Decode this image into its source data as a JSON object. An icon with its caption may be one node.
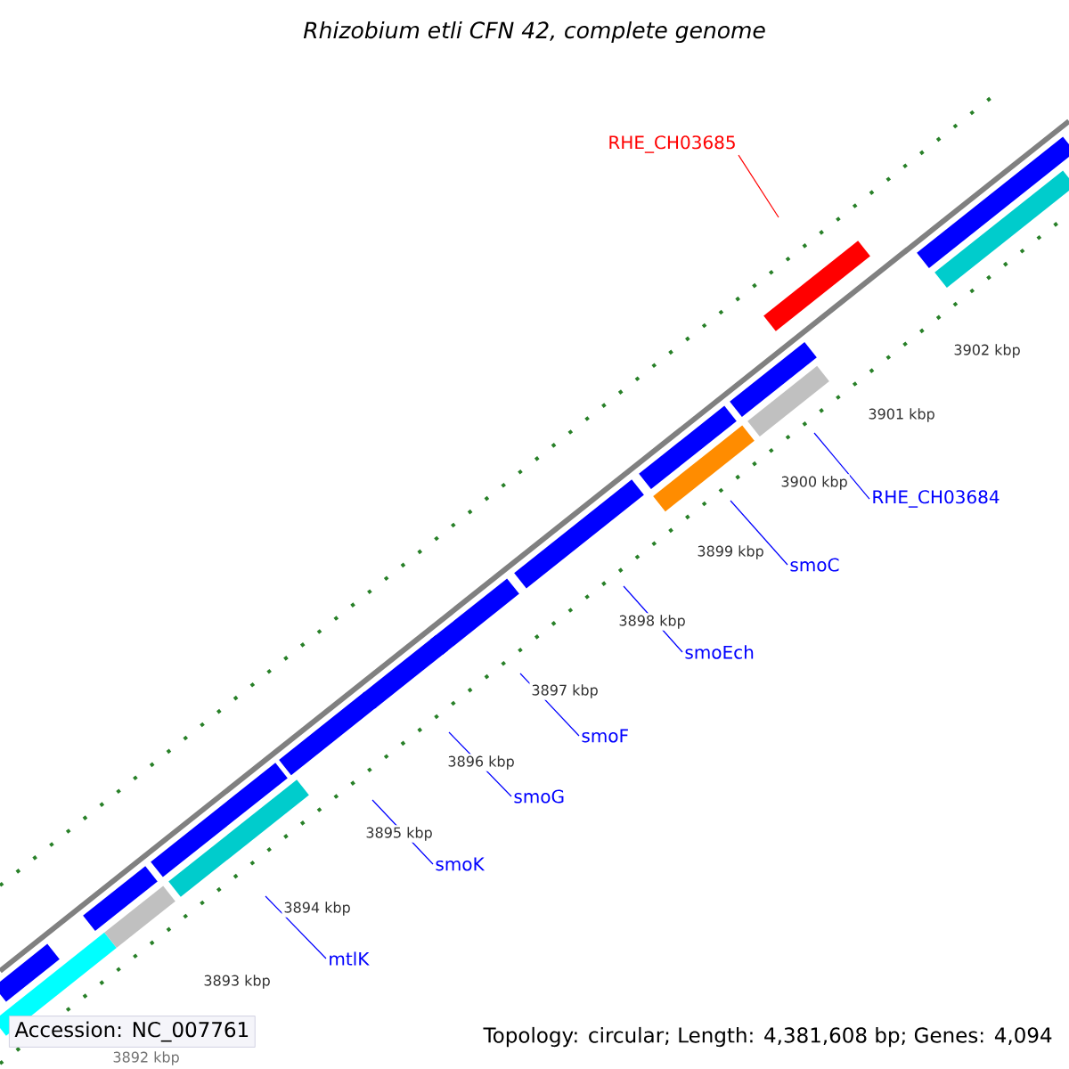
{
  "diagram": {
    "title": "Rhizobium etli CFN 42, complete genome",
    "nodes": [
      {
        "text": [
          "RHE_CH03685"
        ]
      },
      {
        "text": [
          "RHE_CH03684"
        ]
      },
      {
        "text": [
          "smoC"
        ]
      },
      {
        "text": [
          "smoEch"
        ]
      },
      {
        "text": [
          "smoF"
        ]
      },
      {
        "text": [
          "smoG"
        ]
      },
      {
        "text": [
          "smoK"
        ]
      },
      {
        "text": [
          "mtlK"
        ]
      }
    ],
    "edges": [
      {
        "from": 0,
        "to": null,
        "arrow": "none",
        "color": "#ff0000"
      },
      {
        "from": 1,
        "to": null,
        "arrow": "none"
      },
      {
        "from": 2,
        "to": null,
        "arrow": "none"
      },
      {
        "from": 3,
        "to": null,
        "arrow": "none"
      },
      {
        "from": 4,
        "to": null,
        "arrow": "none"
      },
      {
        "from": 5,
        "to": null,
        "arrow": "none"
      },
      {
        "from": 6,
        "to": null,
        "arrow": "none"
      },
      {
        "from": 7,
        "to": null,
        "arrow": "none"
      }
    ],
    "labels": [
      "3902 kbp",
      "3901 kbp",
      "3900 kbp",
      "3899 kbp",
      "3898 kbp",
      "3897 kbp",
      "3896 kbp",
      "3895 kbp",
      "3894 kbp",
      "3893 kbp",
      "3892 kbp",
      "Accession: NC_007761",
      "Topology: circular; Length: 4,381,608 bp; Genes: 4,094"
    ]
  }
}
